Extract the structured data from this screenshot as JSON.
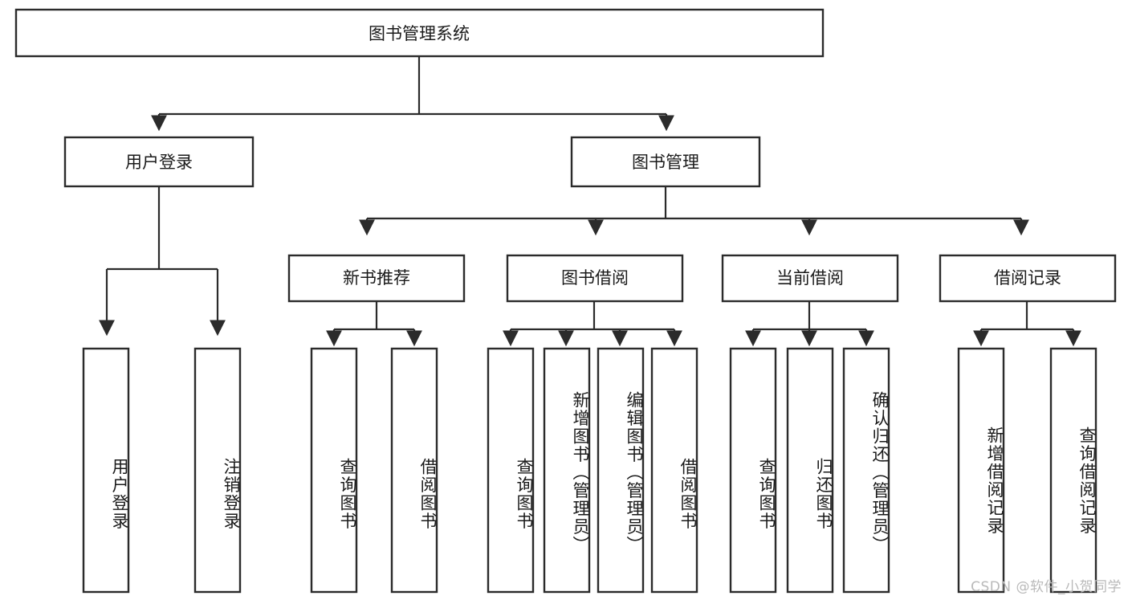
{
  "diagram": {
    "type": "tree-hierarchy",
    "title": "图书管理系统",
    "watermark": "CSDN @软件_小贺同学",
    "colors": {
      "stroke": "#2b2b2b",
      "fill": "#ffffff",
      "text": "#1a1a1a",
      "watermark": "#b9b9b9"
    },
    "root": {
      "label": "图书管理系统",
      "orientation": "horizontal"
    },
    "level2": [
      {
        "label": "用户登录",
        "orientation": "horizontal"
      },
      {
        "label": "图书管理",
        "orientation": "horizontal"
      }
    ],
    "level3": [
      {
        "label": "新书推荐",
        "orientation": "horizontal"
      },
      {
        "label": "图书借阅",
        "orientation": "horizontal"
      },
      {
        "label": "当前借阅",
        "orientation": "horizontal"
      },
      {
        "label": "借阅记录",
        "orientation": "horizontal"
      }
    ],
    "leaves": {
      "user_login": [
        {
          "label": "用户登录",
          "orientation": "vertical"
        },
        {
          "label": "注销登录",
          "orientation": "vertical"
        }
      ],
      "new_book_recommend": [
        {
          "label": "查询图书",
          "orientation": "vertical"
        },
        {
          "label": "借阅图书",
          "orientation": "vertical"
        }
      ],
      "book_borrow": [
        {
          "label": "查询图书",
          "orientation": "vertical"
        },
        {
          "label": "新增图书（管理员）",
          "orientation": "vertical"
        },
        {
          "label": "编辑图书（管理员）",
          "orientation": "vertical"
        },
        {
          "label": "借阅图书",
          "orientation": "vertical"
        }
      ],
      "current_borrow": [
        {
          "label": "查询图书",
          "orientation": "vertical"
        },
        {
          "label": "归还图书",
          "orientation": "vertical"
        },
        {
          "label": "确认归还（管理员）",
          "orientation": "vertical"
        }
      ],
      "borrow_record": [
        {
          "label": "新增借阅记录",
          "orientation": "vertical"
        },
        {
          "label": "查询借阅记录",
          "orientation": "vertical"
        }
      ]
    }
  }
}
